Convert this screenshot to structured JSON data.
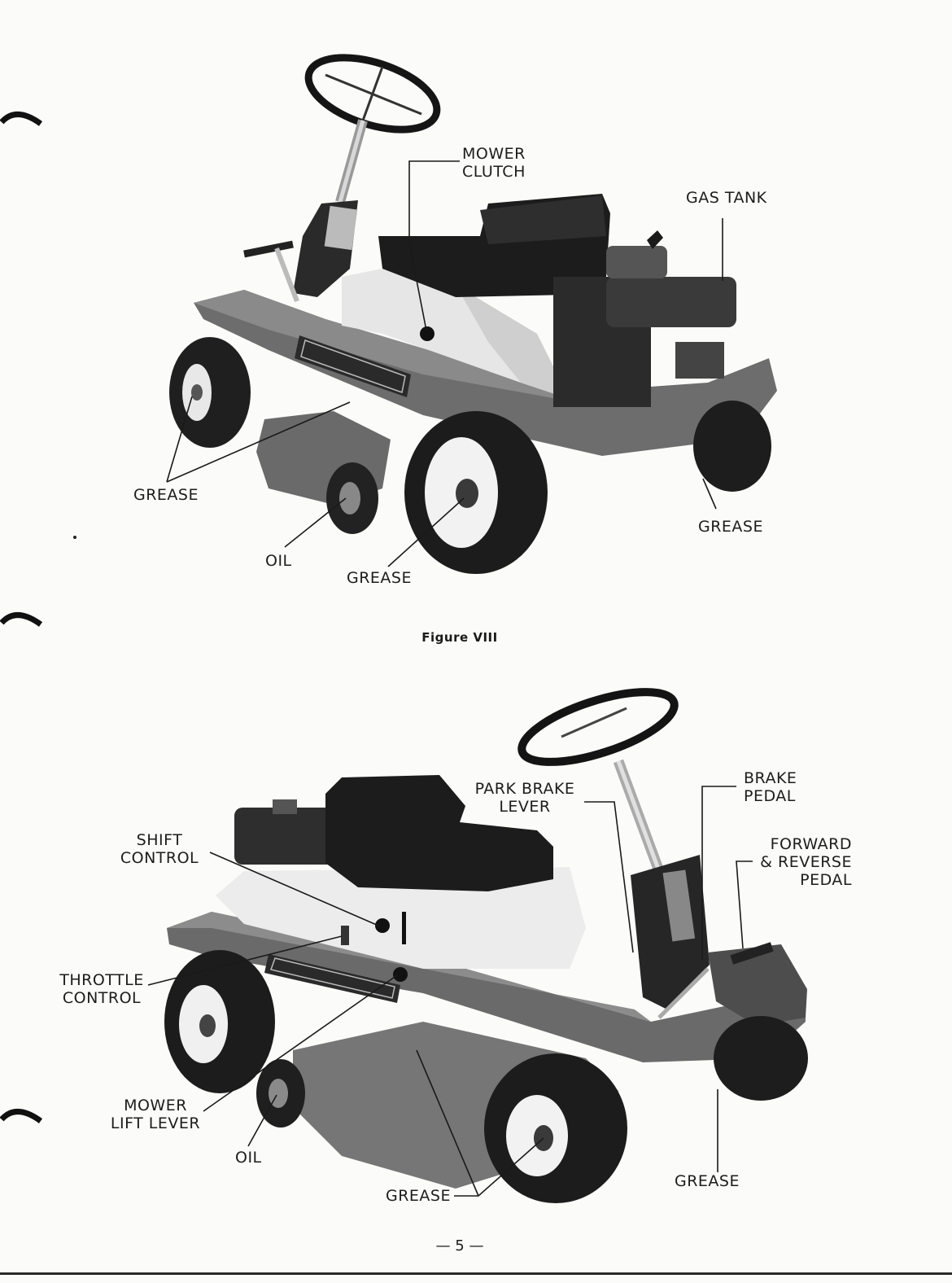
{
  "figure1": {
    "labels": {
      "mower_clutch": [
        "MOWER",
        "CLUTCH"
      ],
      "gas_tank": "GAS TANK",
      "grease_left": "GREASE",
      "grease_right": "GREASE",
      "oil": "OIL",
      "grease_bottom": "GREASE"
    },
    "caption": "Figure VIII"
  },
  "figure2": {
    "labels": {
      "park_brake_lever": [
        "PARK BRAKE",
        "LEVER"
      ],
      "brake_pedal": [
        "BRAKE",
        "PEDAL"
      ],
      "shift_control": [
        "SHIFT",
        "CONTROL"
      ],
      "forward_reverse_pedal": [
        "FORWARD",
        "& REVERSE",
        "PEDAL"
      ],
      "throttle_control": [
        "THROTTLE",
        "CONTROL"
      ],
      "mower_lift_lever": [
        "MOWER",
        "LIFT LEVER"
      ],
      "oil": "OIL",
      "grease_bottom": "GREASE",
      "grease_right": "GREASE"
    }
  },
  "page_number": "— 5 —"
}
